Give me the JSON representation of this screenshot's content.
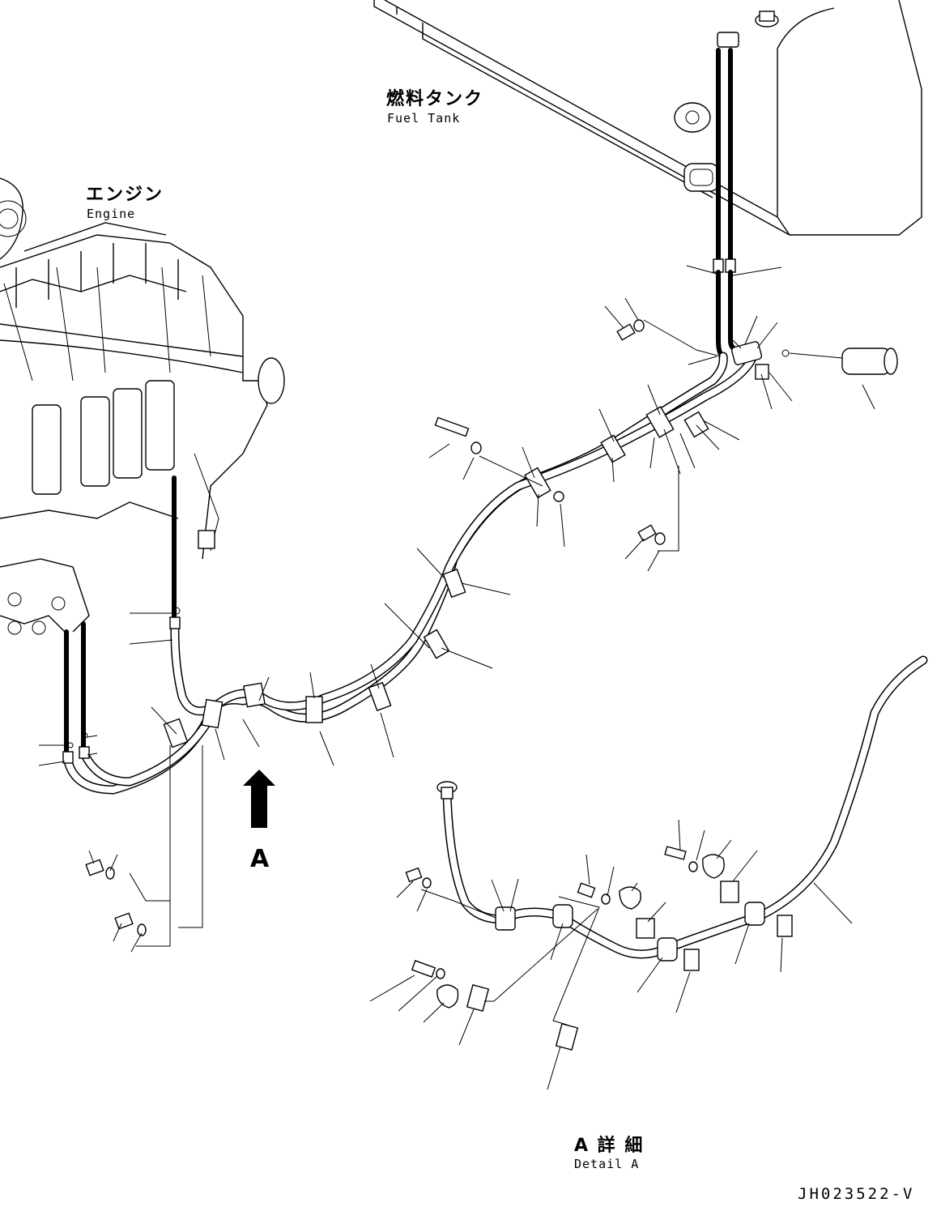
{
  "labels": {
    "fuel_tank_jp": "燃料タンク",
    "fuel_tank_en": "Fuel Tank",
    "engine_jp": "エンジン",
    "engine_en": "Engine",
    "view_arrow": "A",
    "detail_jp": "A 詳 細",
    "detail_en": "Detail A",
    "drawing_code": "JH023522-V"
  },
  "icons": {
    "view_arrow": "up-arrow-icon"
  },
  "colors": {
    "line": "#000000",
    "background": "#ffffff"
  }
}
